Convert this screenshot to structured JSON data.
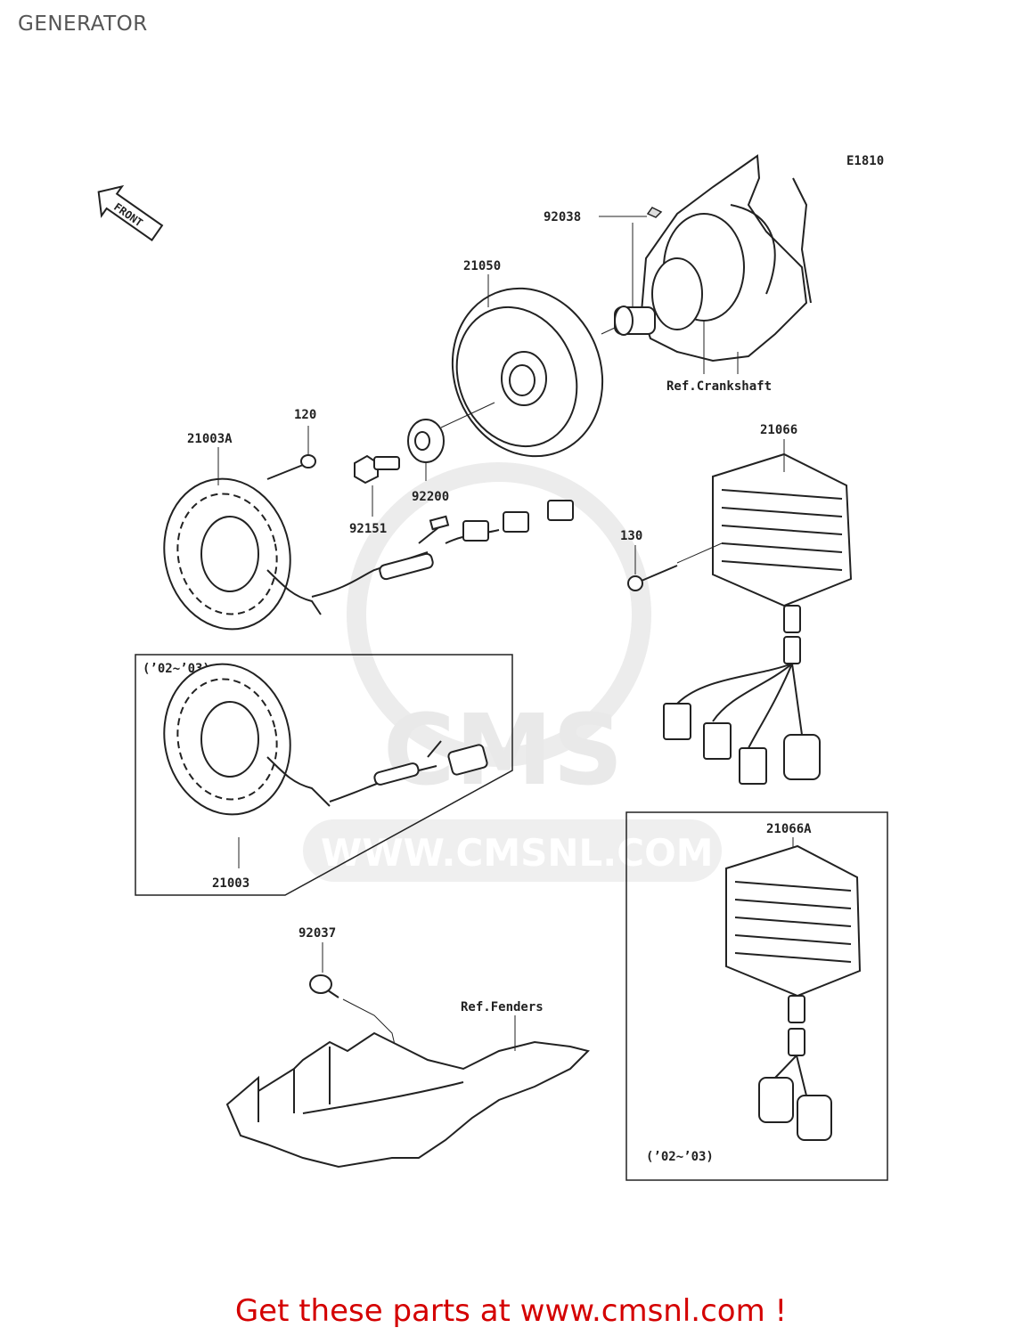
{
  "page": {
    "title": "GENERATOR",
    "diagram_code": "E1810",
    "front_label": "FRONT",
    "footer_text": "Get these parts at www.cmsnl.com !"
  },
  "watermark": {
    "brand": "CMS",
    "url": "WWW.CMSNL.COM"
  },
  "parts": {
    "p92038": "92038",
    "p21050": "21050",
    "ref_crankshaft": "Ref.Crankshaft",
    "p120": "120",
    "p21003A": "21003A",
    "p92151": "92151",
    "p92200": "92200",
    "p21066": "21066",
    "p130": "130",
    "p21003": "21003",
    "p21066A": "21066A",
    "p92037": "92037",
    "ref_fenders": "Ref.Fenders"
  },
  "variants": {
    "stator_years": "(’02~’03)",
    "regulator_years": "(’02~’03)"
  },
  "colors": {
    "line": "#222222",
    "watermark": "#e9e9e9",
    "footer": "#d40000",
    "title": "#555555"
  }
}
